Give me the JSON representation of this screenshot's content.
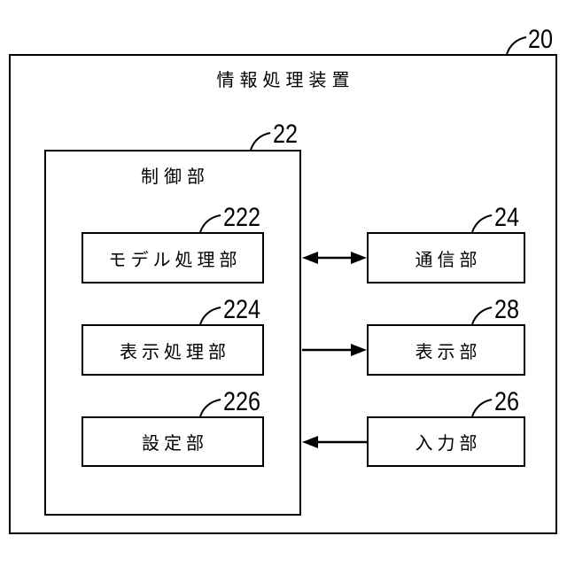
{
  "figure": {
    "device": {
      "ref": "20",
      "title": "情報処理装置"
    },
    "control": {
      "ref": "22",
      "title": "制御部"
    },
    "control_blocks": [
      {
        "ref": "222",
        "label": "モデル処理部"
      },
      {
        "ref": "224",
        "label": "表示処理部"
      },
      {
        "ref": "226",
        "label": "設定部"
      }
    ],
    "peripheral_blocks": [
      {
        "ref": "24",
        "label": "通信部"
      },
      {
        "ref": "28",
        "label": "表示部"
      },
      {
        "ref": "26",
        "label": "入力部"
      }
    ],
    "connections": [
      {
        "from": "制御部",
        "to": "通信部",
        "type": "bidirectional"
      },
      {
        "from": "制御部",
        "to": "表示部",
        "type": "unidirectional-right"
      },
      {
        "from": "入力部",
        "to": "制御部",
        "type": "unidirectional-left"
      }
    ],
    "colors": {
      "line": "#000000",
      "background": "#ffffff"
    }
  }
}
